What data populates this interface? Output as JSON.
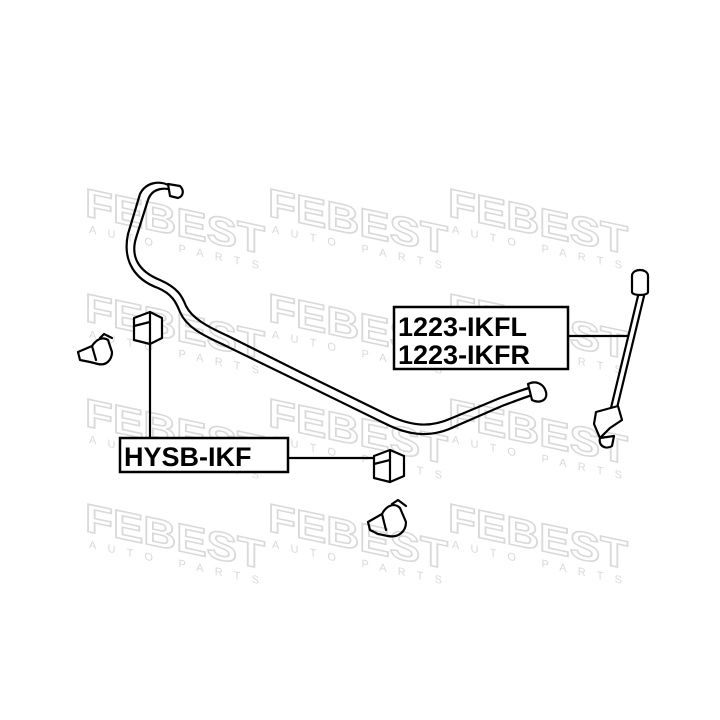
{
  "watermark": {
    "brand": "FEBEST",
    "tagline": "AUTO PARTS",
    "color": "#d9d9d9"
  },
  "labels": {
    "link_left": "1223-IKFL",
    "link_right": "1223-IKFR",
    "bushing": "HYSB-IKF"
  }
}
